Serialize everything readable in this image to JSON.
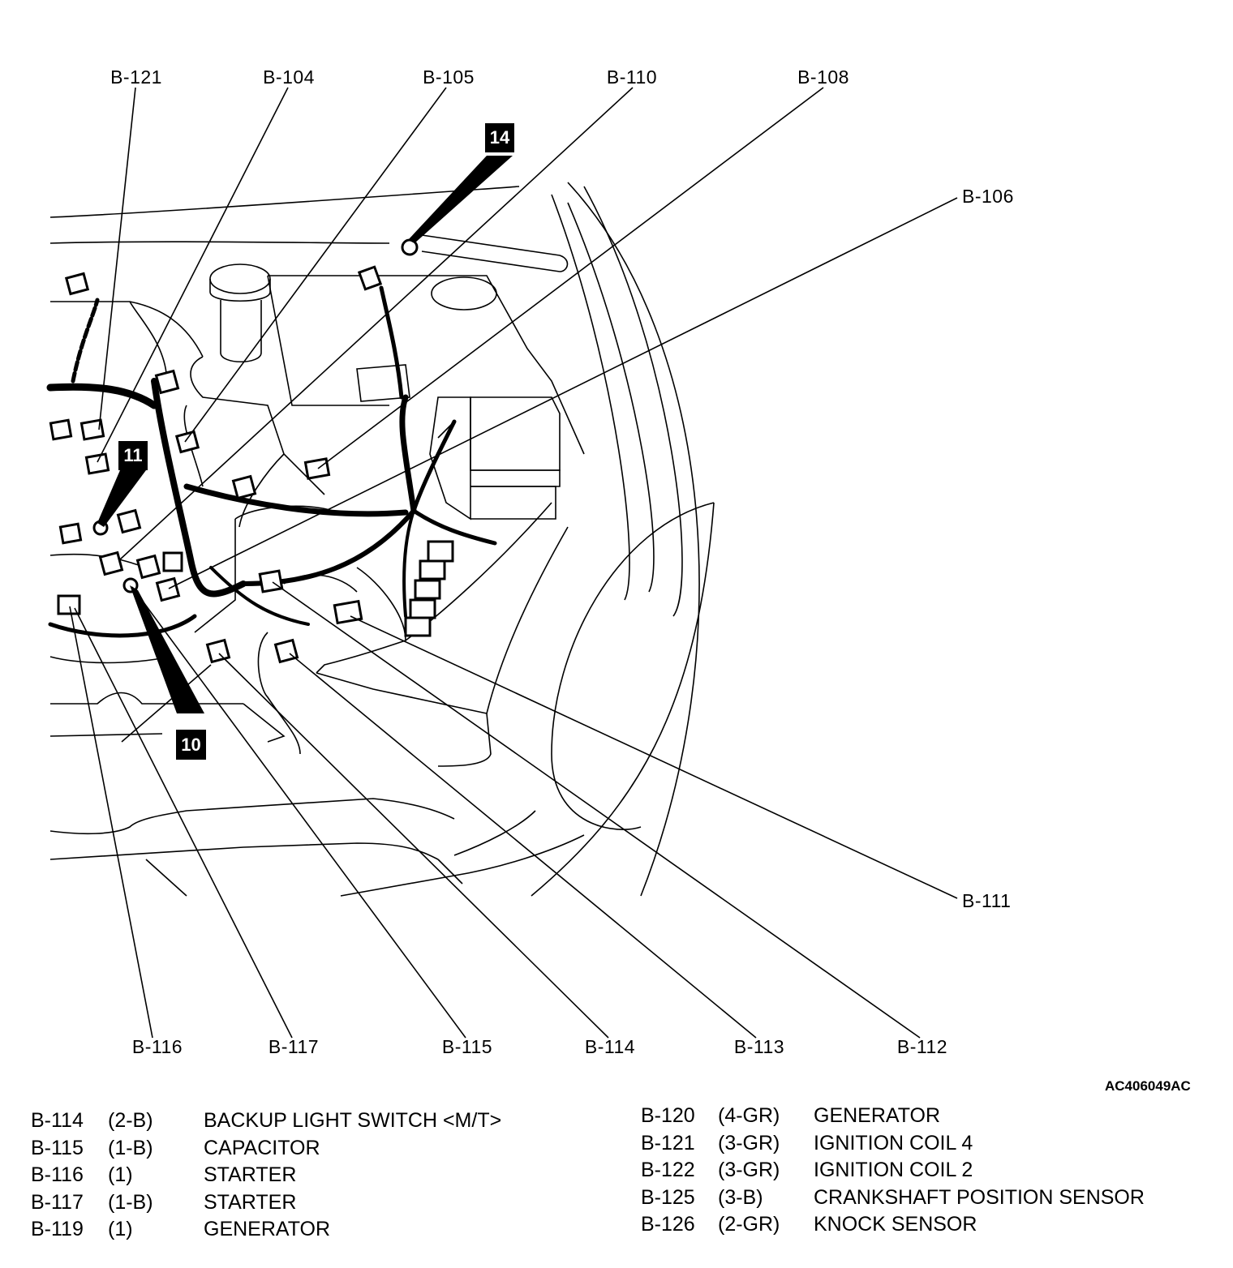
{
  "callouts": {
    "top": [
      "B-121",
      "B-104",
      "B-105",
      "B-110",
      "B-108"
    ],
    "right": [
      "B-106",
      "B-111"
    ],
    "bottom": [
      "B-116",
      "B-117",
      "B-115",
      "B-114",
      "B-113",
      "B-112"
    ]
  },
  "badges": [
    "14",
    "11",
    "10"
  ],
  "figure_id": "AC406049AC",
  "legend_left": [
    {
      "code": "B-114",
      "size": "(2-B)",
      "desc": "BACKUP LIGHT SWITCH <M/T>"
    },
    {
      "code": "B-115",
      "size": "(1-B)",
      "desc": "CAPACITOR"
    },
    {
      "code": "B-116",
      "size": "(1)",
      "desc": "STARTER"
    },
    {
      "code": "B-117",
      "size": "(1-B)",
      "desc": "STARTER"
    },
    {
      "code": "B-119",
      "size": "(1)",
      "desc": "GENERATOR"
    }
  ],
  "legend_right": [
    {
      "code": "B-120",
      "size": "(4-GR)",
      "desc": "GENERATOR"
    },
    {
      "code": "B-121",
      "size": "(3-GR)",
      "desc": "IGNITION COIL 4"
    },
    {
      "code": "B-122",
      "size": "(3-GR)",
      "desc": "IGNITION COIL 2"
    },
    {
      "code": "B-125",
      "size": "(3-B)",
      "desc": "CRANKSHAFT POSITION SENSOR"
    },
    {
      "code": "B-126",
      "size": "(2-GR)",
      "desc": "KNOCK SENSOR"
    }
  ]
}
